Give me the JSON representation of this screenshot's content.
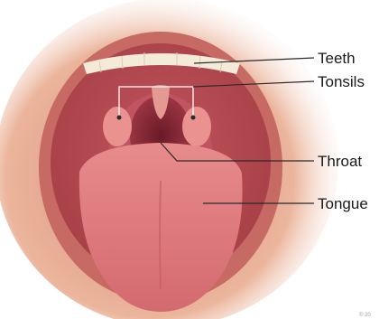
{
  "labels": {
    "teeth": "Teeth",
    "tonsils": "Tonsils",
    "throat": "Throat",
    "tongue": "Tongue"
  },
  "copyright": "© 20",
  "colors": {
    "skin": "#e7a98f",
    "lips": "#c9706a",
    "mouth_interior": "#b84a52",
    "throat_dark": "#7a2230",
    "tongue": "#e07c7f",
    "teeth": "#f3ead8",
    "tonsils": "#e99290"
  }
}
